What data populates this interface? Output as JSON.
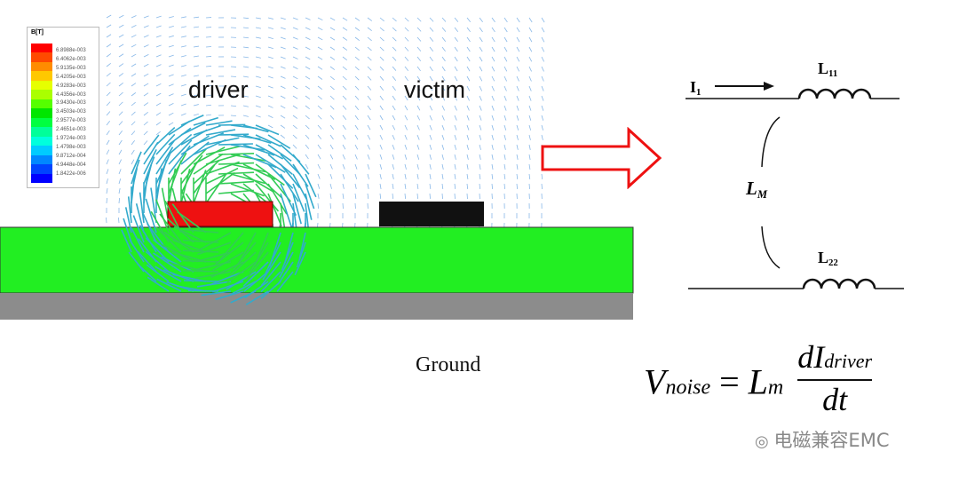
{
  "legend": {
    "title": "B[T]",
    "values": [
      "6.8988e-003",
      "6.4062e-003",
      "5.9135e-003",
      "5.4205e-003",
      "4.9283e-003",
      "4.4356e-003",
      "3.9430e-003",
      "3.4503e-003",
      "2.9577e-003",
      "2.4651e-003",
      "1.9724e-003",
      "1.4798e-003",
      "9.8712e-004",
      "4.9448e-004",
      "1.8422e-006"
    ],
    "colors": [
      "#ff0000",
      "#ff4a00",
      "#ff8c00",
      "#ffc800",
      "#e6ff00",
      "#aaff00",
      "#55ff00",
      "#00e600",
      "#00ff40",
      "#00ff99",
      "#00ffdd",
      "#00ccff",
      "#0088ff",
      "#0044ff",
      "#0000ff"
    ]
  },
  "labels": {
    "driver": "driver",
    "victim": "victim",
    "ground": "Ground"
  },
  "circuit": {
    "i1": "I",
    "i1_sub": "1",
    "l11": "L",
    "l11_sub": "11",
    "lm": "L",
    "lm_sub": "M",
    "l22": "L",
    "l22_sub": "22"
  },
  "equation": {
    "v": "V",
    "v_sub": "noise",
    "lm": "L",
    "lm_sub": "m",
    "num": "dI",
    "num_sub": "driver",
    "den": "dt"
  },
  "watermark": "电磁兼容EMC",
  "colors": {
    "substrate": "#22ee22",
    "ground": "#8c8c8c",
    "driver": "#ee1111",
    "victim": "#111111",
    "arrow": "#ee1111"
  }
}
